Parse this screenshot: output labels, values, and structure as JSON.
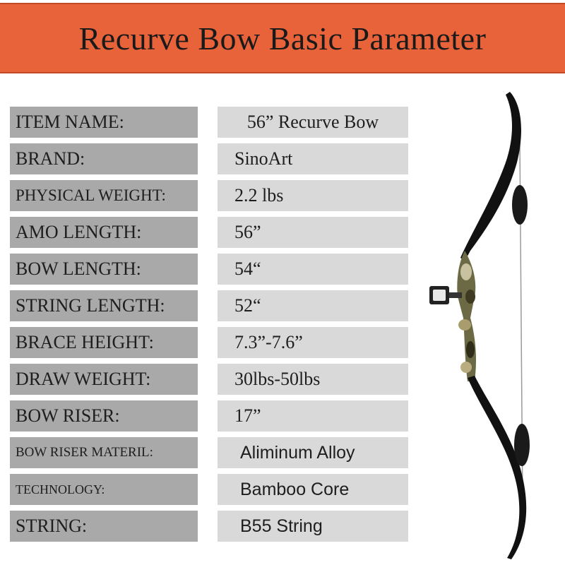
{
  "title": "Recurve Bow Basic Parameter",
  "colors": {
    "banner": "#e8623a",
    "label_bg": "#a9a9a9",
    "value_bg": "#d9d9d9"
  },
  "rows": [
    {
      "label": "ITEM NAME:",
      "value": "56” Recurve Bow"
    },
    {
      "label": "BRAND:",
      "value": "SinoArt"
    },
    {
      "label": "PHYSICAL WEIGHT:",
      "value": "2.2 lbs"
    },
    {
      "label": "AMO LENGTH:",
      "value": "56”"
    },
    {
      "label": "BOW LENGTH:",
      "value": "54“"
    },
    {
      "label": "STRING LENGTH:",
      "value": "52“"
    },
    {
      "label": "BRACE HEIGHT:",
      "value": "7.3”-7.6”"
    },
    {
      "label": "DRAW WEIGHT:",
      "value": "30lbs-50lbs"
    },
    {
      "label": "BOW RISER:",
      "value": "17”"
    },
    {
      "label": "BOW RISER MATERIL:",
      "value": "Aliminum Alloy"
    },
    {
      "label": "TECHNOLOGY:",
      "value": "Bamboo Core"
    },
    {
      "label": "STRING:",
      "value": "B55 String"
    }
  ],
  "image": {
    "icon": "recurve-bow-icon"
  }
}
